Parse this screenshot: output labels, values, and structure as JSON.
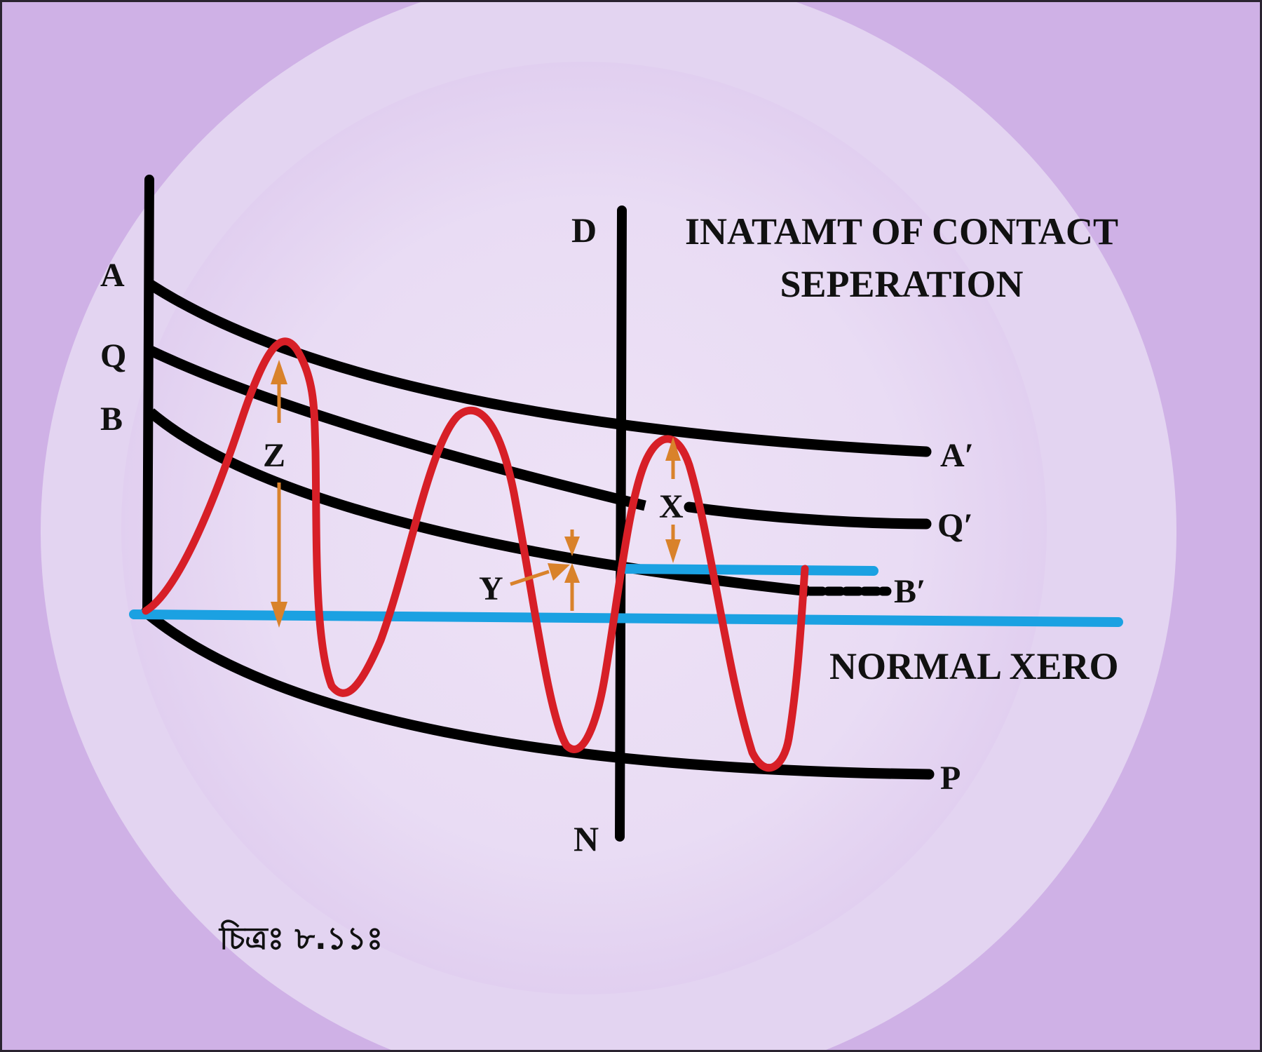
{
  "colors": {
    "background": "#cfb1e6",
    "glow_outer": "#e3d2f1",
    "glow_inner": "#ede0f5",
    "curve": "#000000",
    "wave": "#d71f27",
    "zero_line": "#1ba1e2",
    "arrow": "#d9822b"
  },
  "labels": {
    "a": "A",
    "q": "Q",
    "b": "B",
    "a_prime": "A′",
    "q_prime": "Q′",
    "b_prime": "B′",
    "p": "P",
    "d": "D",
    "n": "N",
    "x": "X",
    "y": "Y",
    "z": "Z",
    "title_line1": "INATAMT OF CONTACT",
    "title_line2": "SEPERATION",
    "normal_zero": "NORMAL XERO",
    "caption": "চিত্রঃ ৮.১১ঃ"
  },
  "icons": {
    "z_arrow": "double-headed-arrow-icon",
    "x_arrow": "double-headed-arrow-icon",
    "y_arrows": "converging-arrows-icon"
  }
}
